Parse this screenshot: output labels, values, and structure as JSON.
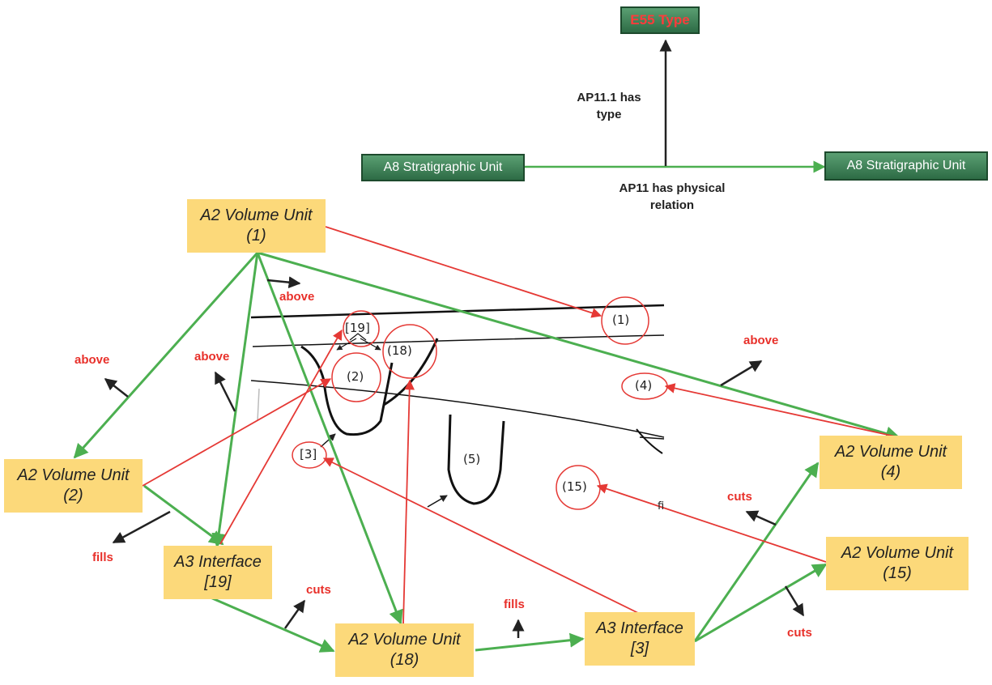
{
  "top": {
    "type_box": "E55 Type",
    "left_unit": "A8 Stratigraphic Unit",
    "right_unit": "A8 Stratigraphic Unit",
    "has_type_line1": "AP11.1 has",
    "has_type_line2": "type",
    "physical_line1": "AP11 has physical",
    "physical_line2": "relation"
  },
  "units": {
    "vu1": {
      "title": "A2 Volume Unit",
      "id": "(1)"
    },
    "vu2": {
      "title": "A2 Volume Unit",
      "id": "(2)"
    },
    "if19": {
      "title": "A3 Interface",
      "id": "[19]"
    },
    "vu18": {
      "title": "A2 Volume Unit",
      "id": "(18)"
    },
    "if3": {
      "title": "A3 Interface",
      "id": "[3]"
    },
    "vu4": {
      "title": "A2 Volume Unit",
      "id": "(4)"
    },
    "vu15": {
      "title": "A2 Volume Unit",
      "id": "(15)"
    }
  },
  "relations": {
    "above_1": "above",
    "above_2": "above",
    "above_3": "above",
    "above_4": "above",
    "fills_1": "fills",
    "fills_2": "fills",
    "cuts_1": "cuts",
    "cuts_2": "cuts",
    "cuts_3": "cuts"
  },
  "section_labels": {
    "n19": "[19]",
    "n18": "(18)",
    "n2": "(2)",
    "n1": "(1)",
    "n4": "(4)",
    "n3": "[3]",
    "n5": "(5)",
    "n15": "(15)",
    "fi": "fi"
  },
  "colors": {
    "green": "#4caf50",
    "red": "#e53935",
    "yellow": "#fcd97a",
    "box_green": "#2d6b45",
    "label_red": "#e8302a"
  }
}
